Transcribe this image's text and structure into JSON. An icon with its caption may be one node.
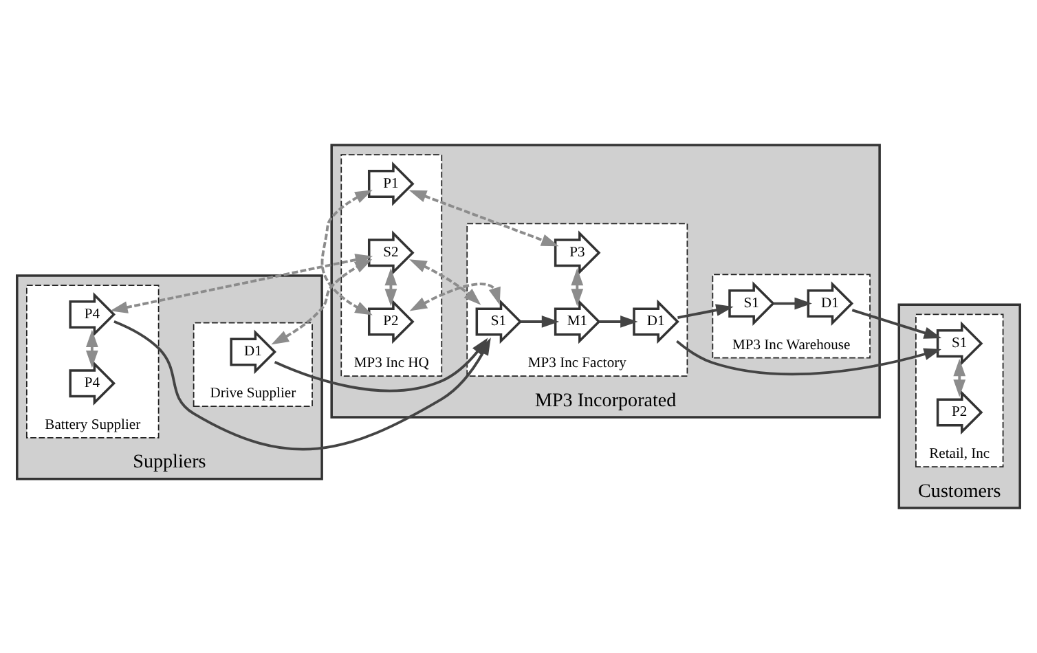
{
  "diagram": {
    "nodes": [
      {
        "text": [
          "Suppliers"
        ]
      },
      {
        "text": [
          "Battery Supplier"
        ],
        "in": 0
      },
      {
        "text": [
          "P4"
        ],
        "in": 1
      },
      {
        "text": [
          "P4"
        ],
        "in": 1
      },
      {
        "text": [
          "Drive Supplier"
        ],
        "in": 0
      },
      {
        "text": [
          "D1"
        ],
        "in": 4
      },
      {
        "text": [
          "MP3 Incorporated"
        ]
      },
      {
        "text": [
          "MP3 Inc HQ"
        ],
        "in": 6
      },
      {
        "text": [
          "P1"
        ],
        "in": 7
      },
      {
        "text": [
          "P2"
        ],
        "in": 7
      },
      {
        "text": [
          "S2"
        ],
        "in": 7
      },
      {
        "text": [
          "MP3 Inc Factory"
        ],
        "in": 6
      },
      {
        "text": [
          "P3"
        ],
        "in": 11
      },
      {
        "text": [
          "S1"
        ],
        "in": 11
      },
      {
        "text": [
          "M1"
        ],
        "in": 11
      },
      {
        "text": [
          "D1"
        ],
        "in": 11
      },
      {
        "text": [
          "MP3 Inc Warehouse"
        ],
        "in": 6
      },
      {
        "text": [
          "S1"
        ],
        "in": 16
      },
      {
        "text": [
          "D1"
        ],
        "in": 16
      },
      {
        "text": [
          "Customers"
        ]
      },
      {
        "text": [
          "Retail, Inc"
        ],
        "in": 19
      },
      {
        "text": [
          "P2"
        ],
        "in": 20
      },
      {
        "text": [
          "S1"
        ],
        "in": 20
      }
    ],
    "edges": [
      {
        "from": 2,
        "to": 3,
        "arrow": "both",
        "style": "dashed",
        "color": "#8c8c8c"
      },
      {
        "from": 8,
        "to": 9,
        "arrow": "both",
        "style": "dashed",
        "color": "#8c8c8c"
      },
      {
        "from": 8,
        "to": 12,
        "arrow": "both",
        "style": "dashed",
        "color": "#8c8c8c"
      },
      {
        "from": 9,
        "to": 10,
        "arrow": "both",
        "style": "dashed",
        "color": "#8c8c8c"
      },
      {
        "from": 9,
        "to": 13,
        "arrow": "both",
        "style": "dashed",
        "color": "#8c8c8c"
      },
      {
        "from": 10,
        "to": 3,
        "arrow": "both",
        "style": "dashed",
        "color": "#8c8c8c"
      },
      {
        "from": 10,
        "to": 5,
        "arrow": "both",
        "style": "dashed",
        "color": "#8c8c8c"
      },
      {
        "from": 10,
        "to": 13,
        "arrow": "both",
        "style": "dashed",
        "color": "#8c8c8c"
      },
      {
        "from": 12,
        "to": 14,
        "arrow": "both",
        "style": "dashed",
        "color": "#8c8c8c"
      },
      {
        "from": 21,
        "to": 22,
        "arrow": "both",
        "style": "dashed",
        "color": "#8c8c8c"
      },
      {
        "from": 3,
        "to": 13,
        "arrow": "to"
      },
      {
        "from": 5,
        "to": 13,
        "arrow": "to"
      },
      {
        "from": 13,
        "to": 14,
        "arrow": "to"
      },
      {
        "from": 14,
        "to": 15,
        "arrow": "to"
      },
      {
        "from": 15,
        "to": 22,
        "arrow": "to"
      },
      {
        "from": 15,
        "to": 17,
        "arrow": "to"
      },
      {
        "from": 17,
        "to": 18,
        "arrow": "to"
      },
      {
        "from": 18,
        "to": 22,
        "arrow": "to"
      }
    ]
  }
}
